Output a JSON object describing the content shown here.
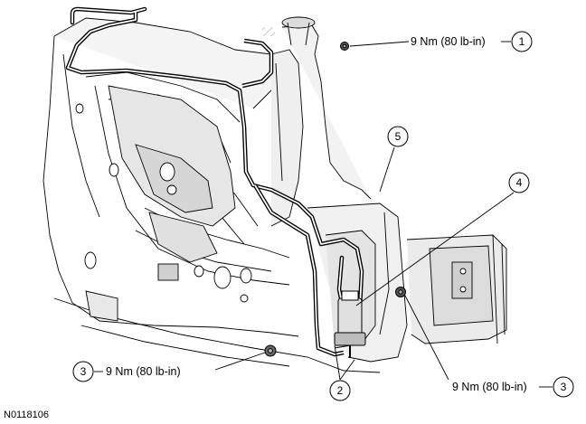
{
  "figure_id": "N0118106",
  "callouts": [
    {
      "id": "callout-1-upper",
      "number": "1",
      "torque": "9 Nm (80 lb-in)"
    },
    {
      "id": "callout-3-left",
      "number": "3",
      "torque": "9 Nm (80 lb-in)"
    },
    {
      "id": "callout-3-right",
      "number": "3",
      "torque": "9 Nm (80 lb-in)"
    },
    {
      "id": "callout-2",
      "number": "2"
    },
    {
      "id": "callout-4",
      "number": "4"
    },
    {
      "id": "callout-5",
      "number": "5"
    }
  ]
}
